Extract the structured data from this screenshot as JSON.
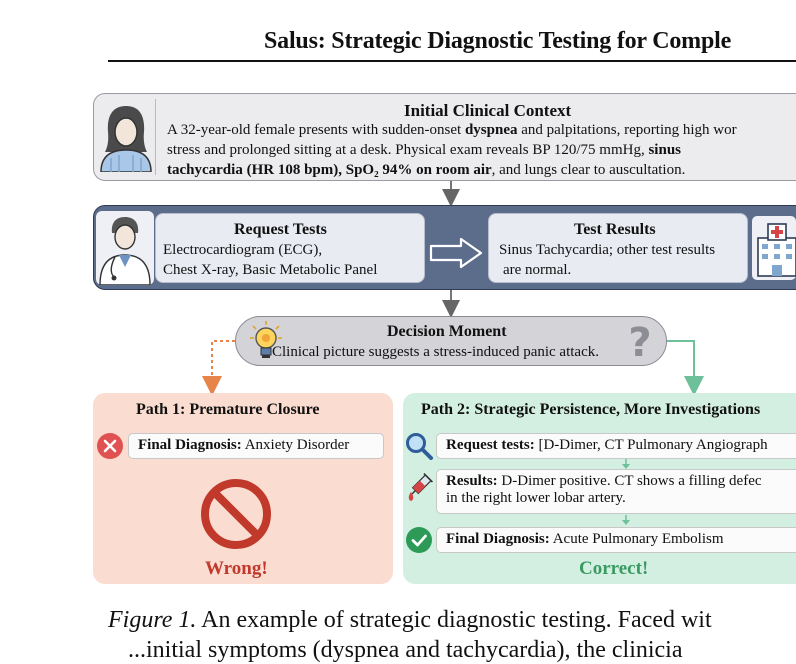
{
  "paper_title": "Salus: Strategic Diagnostic Testing for Comple",
  "context": {
    "title": "Initial Clinical Context",
    "line1_pre": "A 32-year-old female presents with sudden-onset ",
    "line1_bold": "dyspnea",
    "line1_post": " and palpitations, reporting high wor",
    "line2_pre": "stress and prolonged sitting at a desk. Physical exam reveals BP 120/75 mmHg, ",
    "line2_bold": "sinus",
    "line3_bold": "tachycardia (HR 108 bpm), SpO₂ 94% on room air",
    "line3_post": ", and lungs clear to auscultation."
  },
  "workflow": {
    "request_title": "Request Tests",
    "request_line1": "Electrocardiogram (ECG),",
    "request_line2": "Chest X-ray, Basic Metabolic Panel",
    "results_title": "Test Results",
    "results_line1": "Sinus Tachycardia; other test results",
    "results_line2": "are normal."
  },
  "decision": {
    "title": "Decision Moment",
    "text": "Clinical picture suggests a stress-induced panic attack."
  },
  "path1": {
    "title": "Path 1: Premature Closure",
    "diagnosis_label": "Final Diagnosis:",
    "diagnosis_value": " Anxiety Disorder",
    "verdict": "Wrong!"
  },
  "path2": {
    "title": "Path 2: Strategic Persistence, More Investigations",
    "request_label": "Request tests:",
    "request_value": " [D-Dimer, CT Pulmonary Angiograph",
    "results_label": "Results:",
    "results_value": " D-Dimer positive. CT shows a filling defec",
    "results_line2": "in the right lower lobar artery.",
    "diagnosis_label": "Final Diagnosis:",
    "diagnosis_value": " Acute Pulmonary Embolism",
    "verdict": "Correct!"
  },
  "caption": {
    "label": "Figure 1.",
    "text": " An example of strategic diagnostic testing. Faced wit",
    "line2": "...initial symptoms (dyspnea and tachycardia), the clinicia"
  },
  "colors": {
    "workflow_bg": "#5c6d8c",
    "path1_bg": "#fadcd0",
    "path2_bg": "#d3efe2",
    "wrong": "#c0392b",
    "correct": "#3a9a62",
    "orange_arrow": "#e7844a",
    "green_arrow": "#6cc09a"
  },
  "icons": [
    "patient-icon",
    "doctor-icon",
    "right-arrow-icon",
    "hospital-icon",
    "lightbulb-icon",
    "question-mark-icon",
    "x-circle-icon",
    "prohibited-icon",
    "magnifier-icon",
    "syringe-icon",
    "check-circle-icon"
  ]
}
